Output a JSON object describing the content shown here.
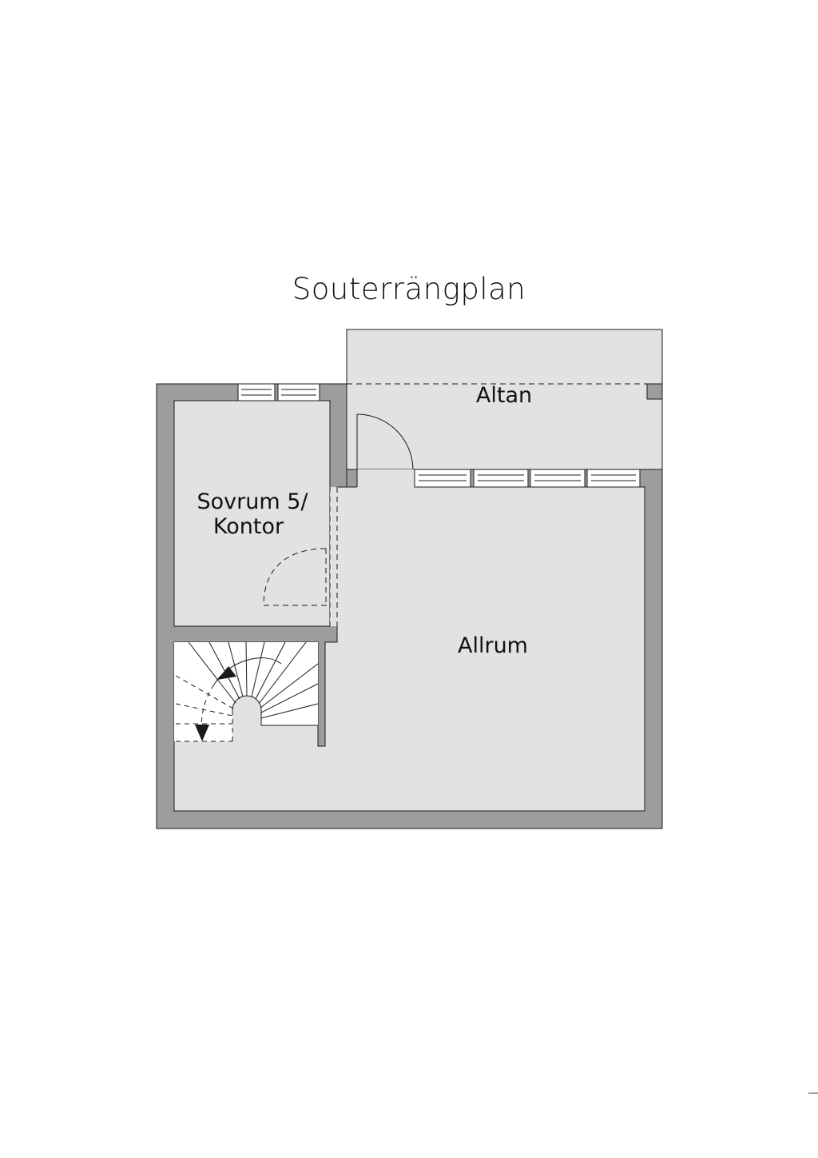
{
  "plan": {
    "title": "Souterrängplan",
    "rooms": {
      "altan": "Altan",
      "sovrum": "Sovrum 5/",
      "sovrum_line2": "Kontor",
      "allrum": "Allrum"
    },
    "colors": {
      "wall": "#9d9d9d",
      "floor": "#e2e2e2",
      "outline": "#1a1a1a"
    }
  }
}
